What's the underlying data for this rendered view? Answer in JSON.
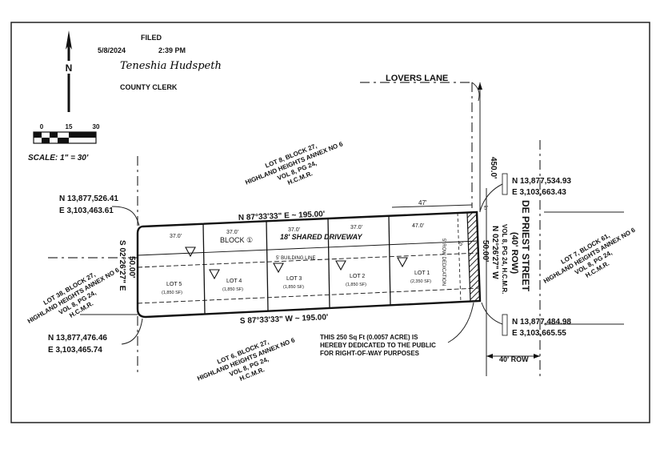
{
  "filing": {
    "filed_label": "FILED",
    "date": "5/8/2024",
    "time": "2:39 PM",
    "signature": "Teneshia Hudspeth",
    "clerk_title": "COUNTY CLERK"
  },
  "north_arrow": {
    "letter": "N",
    "icon": "north-arrow-icon"
  },
  "scale": {
    "ticks": [
      "0",
      "15",
      "30"
    ],
    "label": "SCALE:  1\" = 30'"
  },
  "streets": {
    "lovers_lane": "LOVERS LANE",
    "lovers_dist": "450.0'",
    "de_priest": "DE PRIEST STREET",
    "de_priest_row": "(40' ROW)",
    "de_priest_ref": "VOL 8, PG 24, H.C.M.R.",
    "row_label": "40' ROW"
  },
  "coordinates": {
    "nw": {
      "n": "N 13,877,526.41",
      "e": "E 3,103,463.61"
    },
    "sw": {
      "n": "N 13,877,476.46",
      "e": "E 3,103,465.74"
    },
    "ne": {
      "n": "N 13,877,534.93",
      "e": "E 3,103,663.43"
    },
    "se": {
      "n": "N 13,877,484.98",
      "e": "E 3,103,665.55"
    }
  },
  "bearings": {
    "north": "N 87°33'33\" E ~ 195.00'",
    "south": "S 87°33'33\" W ~ 195.00'",
    "west": "S 02°26'27\" E",
    "west_dist": "50.00'",
    "east": "N 02°26'27\" W",
    "east_dist": "50.00'"
  },
  "neighbors": {
    "north": [
      "LOT 8, BLOCK 27,",
      "HIGHLAND HEIGHTS ANNEX NO 6",
      "VOL 8, PG 24,",
      "H.C.M.R."
    ],
    "south": [
      "LOT 6, BLOCK 27,",
      "HIGHLAND HEIGHTS ANNEX NO 6",
      "VOL 8, PG 24,",
      "H.C.M.R."
    ],
    "west": [
      "LOT 38, BLOCK 27,",
      "HIGHLAND HEIGHTS ANNEX NO 6",
      "VOL 8, PG 24,",
      "H.C.M.R."
    ],
    "east": [
      "LOT 7, BLOCK 61,",
      "HIGHLAND HEIGHTS ANNEX NO 6",
      "VOL 8, PG 24,",
      "H.C.M.R."
    ]
  },
  "block": {
    "label": "BLOCK ①",
    "driveway": "18' SHARED DRIVEWAY",
    "building_line": "5' BUILDING LINE",
    "lot_widths": [
      "37.0'",
      "37.0'",
      "37.0'",
      "37.0'"
    ],
    "lot1_width": "47.0'",
    "top_dim": "47'",
    "south_dim": "5'",
    "row_dim": "5'",
    "row_dedication_label": "5' ROW DEDICATION"
  },
  "lots": [
    {
      "name": "LOT 5",
      "area": "(1,850 SF)"
    },
    {
      "name": "LOT 4",
      "area": "(1,850 SF)"
    },
    {
      "name": "LOT 3",
      "area": "(1,850 SF)"
    },
    {
      "name": "LOT 2",
      "area": "(1,850 SF)"
    },
    {
      "name": "LOT 1",
      "area": "(2,350 SF)"
    }
  ],
  "dedication_note": [
    "THIS 250 Sq Ft (0.0057 ACRE) IS",
    "HEREBY DEDICATED TO THE PUBLIC",
    "FOR RIGHT-OF-WAY PURPOSES"
  ]
}
